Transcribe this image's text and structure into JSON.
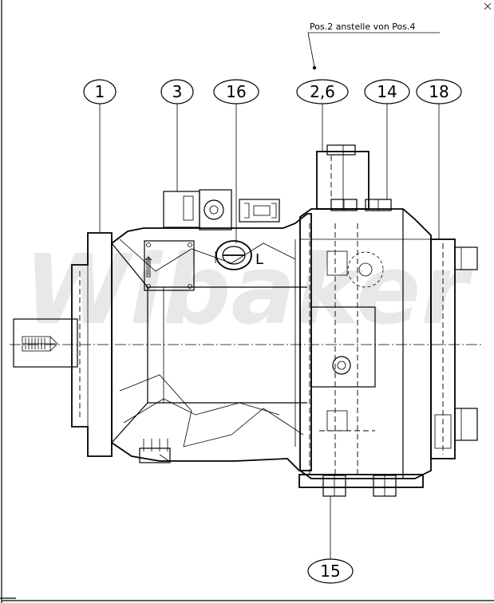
{
  "note": "Pos.2 anstelle von Pos.4",
  "watermark": "Wibaker",
  "port_label": "L",
  "callouts": [
    {
      "id": "c1",
      "label": "1"
    },
    {
      "id": "c3",
      "label": "3"
    },
    {
      "id": "c16",
      "label": "16"
    },
    {
      "id": "c26",
      "label": "2,6"
    },
    {
      "id": "c14",
      "label": "14"
    },
    {
      "id": "c18",
      "label": "18"
    },
    {
      "id": "c15",
      "label": "15"
    }
  ]
}
